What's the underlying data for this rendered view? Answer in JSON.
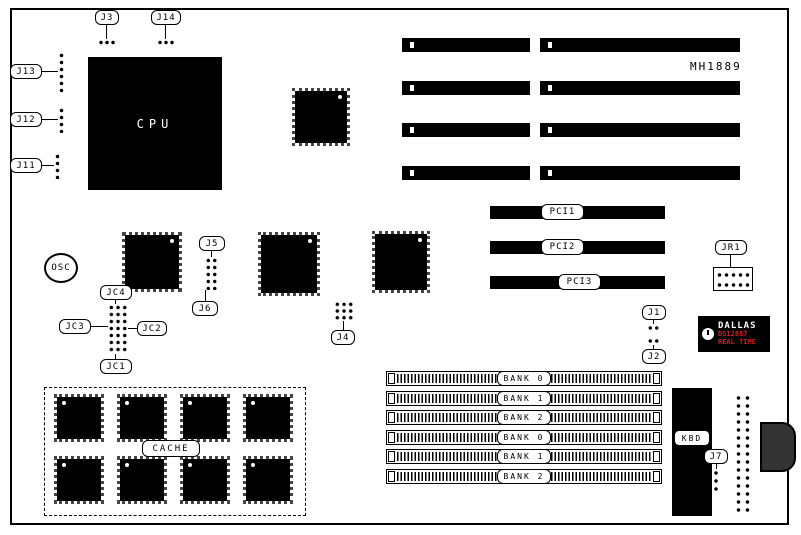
{
  "board": {
    "part_number": "MH1889"
  },
  "chips": {
    "cpu": "CPU",
    "osc": "OSC",
    "kbd": "KBD",
    "cache": "CACHE"
  },
  "connectors": {
    "j1": "J1",
    "j2": "J2",
    "j3": "J3",
    "j4": "J4",
    "j5": "J5",
    "j6": "J6",
    "j7": "J7",
    "j11": "J11",
    "j12": "J12",
    "j13": "J13",
    "j14": "J14",
    "jr1": "JR1",
    "jc1": "JC1",
    "jc2": "JC2",
    "jc3": "JC3",
    "jc4": "JC4"
  },
  "pci_slots": [
    {
      "label": "PCI1"
    },
    {
      "label": "PCI2"
    },
    {
      "label": "PCI3"
    }
  ],
  "memory_banks": [
    {
      "label": "BANK 0"
    },
    {
      "label": "BANK 1"
    },
    {
      "label": "BANK 2"
    },
    {
      "label": "BANK 0"
    },
    {
      "label": "BANK 1"
    },
    {
      "label": "BANK 2"
    }
  ],
  "rtc": {
    "brand": "DALLAS",
    "part": "DS12887",
    "type": "REAL TIME",
    "accent_color": "#cc2222"
  },
  "colors": {
    "ink": "#000000",
    "background": "#ffffff"
  }
}
